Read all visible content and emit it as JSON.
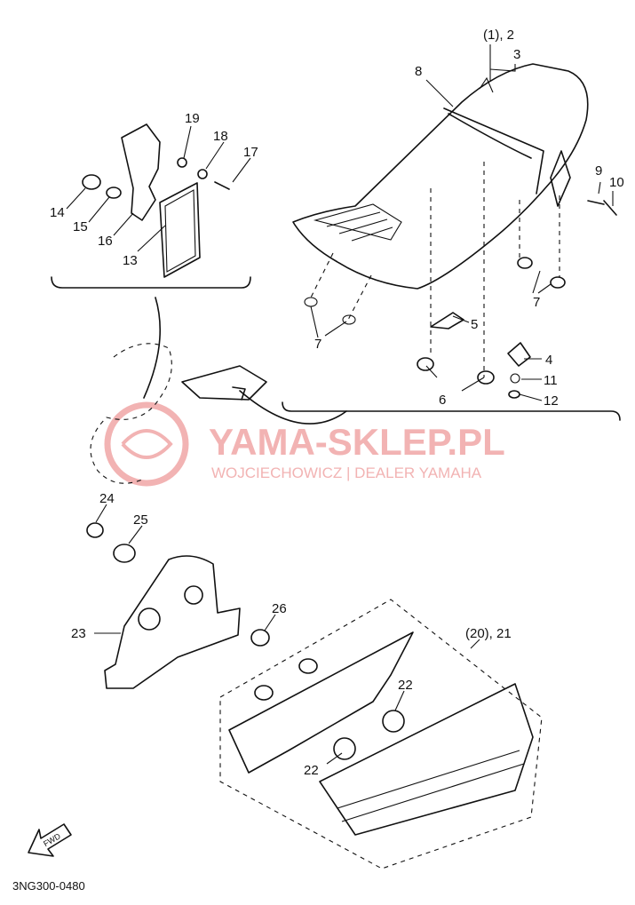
{
  "watermark": {
    "brand": "YAMA-SKLEP.PL",
    "tagline": "WOJCIECHOWICZ | DEALER YAMAHA",
    "color": "#f2b3b3"
  },
  "diagram_code": "3NG300-0480",
  "fwd_label": "FWD",
  "callouts": {
    "p1_2": "(1), 2",
    "p3": "3",
    "p4": "4",
    "p5": "5",
    "p6": "6",
    "p7a": "7",
    "p7b": "7",
    "p8": "8",
    "p9": "9",
    "p10": "10",
    "p11": "11",
    "p12": "12",
    "p13": "13",
    "p14": "14",
    "p15": "15",
    "p16": "16",
    "p17": "17",
    "p18": "18",
    "p19": "19",
    "p20_21": "(20), 21",
    "p22a": "22",
    "p22b": "22",
    "p23": "23",
    "p24": "24",
    "p25": "25",
    "p26": "26"
  }
}
